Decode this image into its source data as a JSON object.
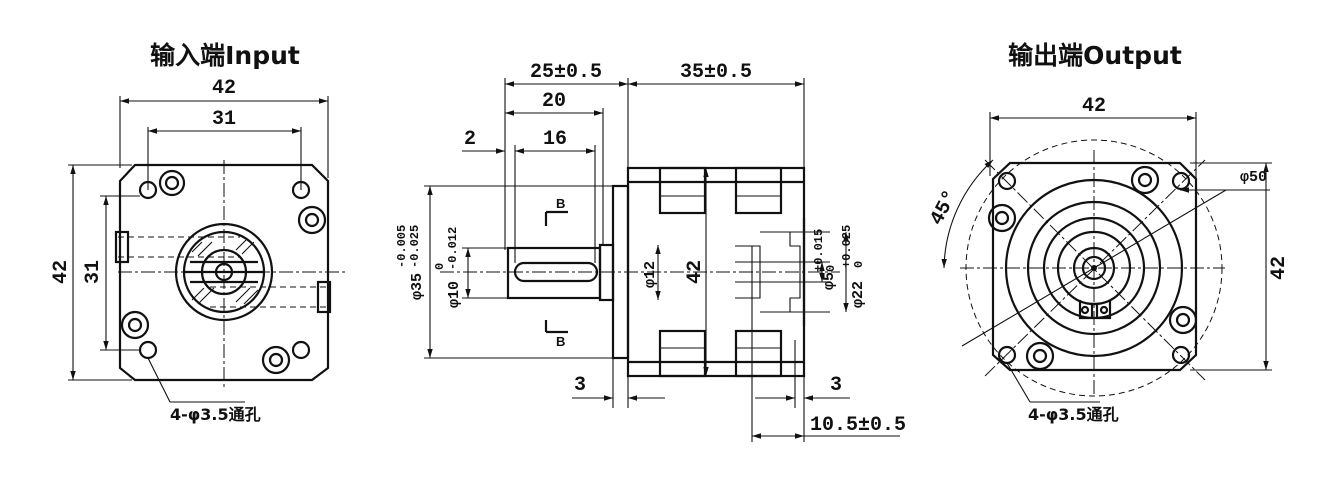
{
  "views": {
    "input": {
      "title": "输入端Input",
      "dim_width": "42",
      "dim_hole_spacing": "31",
      "dim_height": "42",
      "dim_hole_spacing_v": "31",
      "hole_note": "4-φ3.5通孔"
    },
    "side": {
      "dim_flange_length": "25±0.5",
      "dim_body_length": "35±0.5",
      "dim_shaft_length": "20",
      "dim_key_length": "16",
      "dim_key_offset": "2",
      "dim_pilot_dia": "φ35",
      "dim_pilot_tol_upper": "-0.005",
      "dim_pilot_tol_lower": "-0.025",
      "dim_shaft_dia": "φ10",
      "dim_shaft_tol_upper": "0",
      "dim_shaft_tol_lower": "-0.012",
      "dim_boss_dia": "φ12",
      "dim_body_height": "42",
      "dim_bore_dia": "φ5",
      "dim_bore_tol_upper": "+0.015",
      "dim_bore_tol_lower": "0",
      "dim_recess_dia": "φ22",
      "dim_recess_tol_upper": "+0.025",
      "dim_recess_tol_lower": "0",
      "dim_flange_thk": "3",
      "dim_rear_thk": "3",
      "dim_rear_length": "10.5±0.5",
      "section_label_top": "B",
      "section_label_bottom": "B"
    },
    "output": {
      "title": "输出端Output",
      "dim_width": "42",
      "dim_height": "42",
      "dim_pcd": "φ50",
      "dim_angle": "45°",
      "hole_note": "4-φ3.5通孔"
    }
  }
}
